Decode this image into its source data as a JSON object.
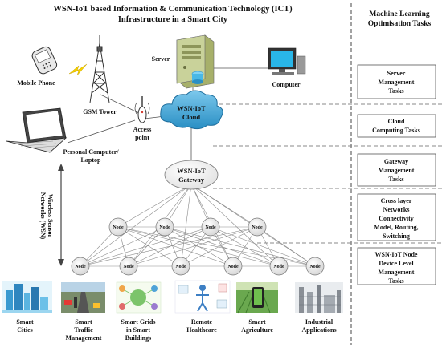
{
  "title": {
    "line1": "WSN-IoT based Information & Communication Technology (ICT)",
    "line2": "Infrastructure in a Smart City"
  },
  "ml_header": {
    "line1": "Machine Learning",
    "line2": "Optimisation Tasks"
  },
  "devices": {
    "server": "Server",
    "computer": "Computer",
    "mobile_phone": "Mobile Phone",
    "gsm_tower": "GSM Tower",
    "access_point": [
      "Access",
      "point"
    ],
    "personal_computer": [
      "Personal Computer/",
      "Laptop"
    ],
    "cloud": [
      "WSN-IoT",
      "Cloud"
    ],
    "gateway": [
      "WSN-IoT",
      "Gateway"
    ],
    "node_label": "Node"
  },
  "wsn_label": [
    "Wireless Sensor",
    "Networks (WSN)"
  ],
  "tasks": [
    [
      "Server",
      "Management",
      "Tasks"
    ],
    [
      "Cloud",
      "Computing Tasks"
    ],
    [
      "Gateway",
      "Management",
      "Tasks"
    ],
    [
      "Cross layer",
      "Networks",
      "Connectivity",
      "Model, Routing,",
      "Switching"
    ],
    [
      "WSN-IoT Node",
      "Device Level",
      "Management",
      "Tasks"
    ]
  ],
  "applications": [
    {
      "lines": [
        "Smart",
        "Cities"
      ],
      "icon": "smart-cities-image"
    },
    {
      "lines": [
        "Smart",
        "Traffic",
        "Management"
      ],
      "icon": "traffic-image"
    },
    {
      "lines": [
        "Smart Grids",
        "in Smart",
        "Buildings"
      ],
      "icon": "smart-grid-image"
    },
    {
      "lines": [
        "Remote",
        "Healthcare"
      ],
      "icon": "healthcare-image"
    },
    {
      "lines": [
        "Smart",
        "Agriculture"
      ],
      "icon": "agriculture-image"
    },
    {
      "lines": [
        "Industrial",
        "Applications"
      ],
      "icon": "industrial-image"
    }
  ],
  "colors": {
    "cloud": "#3aa6d8",
    "task_line": "#8a8a8a",
    "server_body": "#c9d29a",
    "screen": "#29b6e8"
  }
}
